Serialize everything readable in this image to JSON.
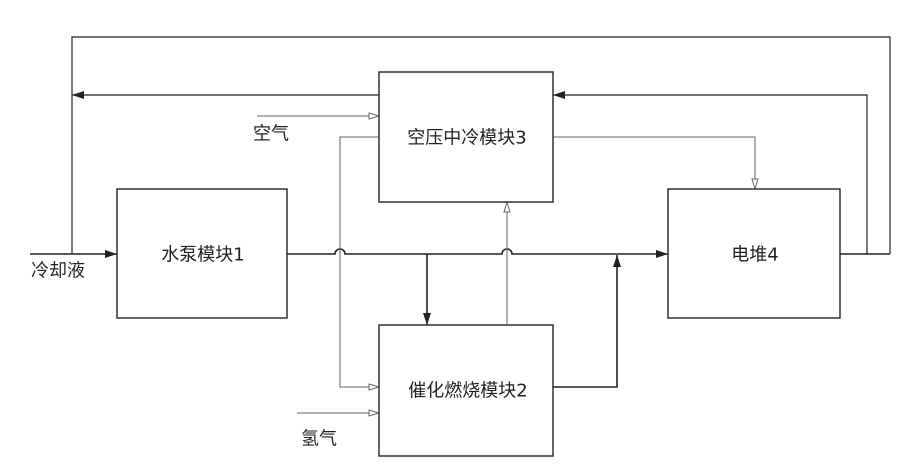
{
  "modules": {
    "pump": {
      "label": "水泵模块1"
    },
    "combustion": {
      "label": "催化燃烧模块2"
    },
    "compressor": {
      "label": "空压中冷模块3"
    },
    "stack": {
      "label": "电堆4"
    }
  },
  "inputs": {
    "air": "空气",
    "hydrogen": "氢气",
    "coolant": "冷却液"
  },
  "colors": {
    "background": "#ffffff",
    "box": "#222222",
    "line": "#222222",
    "thin_line": "#666666",
    "text": "#222222"
  }
}
